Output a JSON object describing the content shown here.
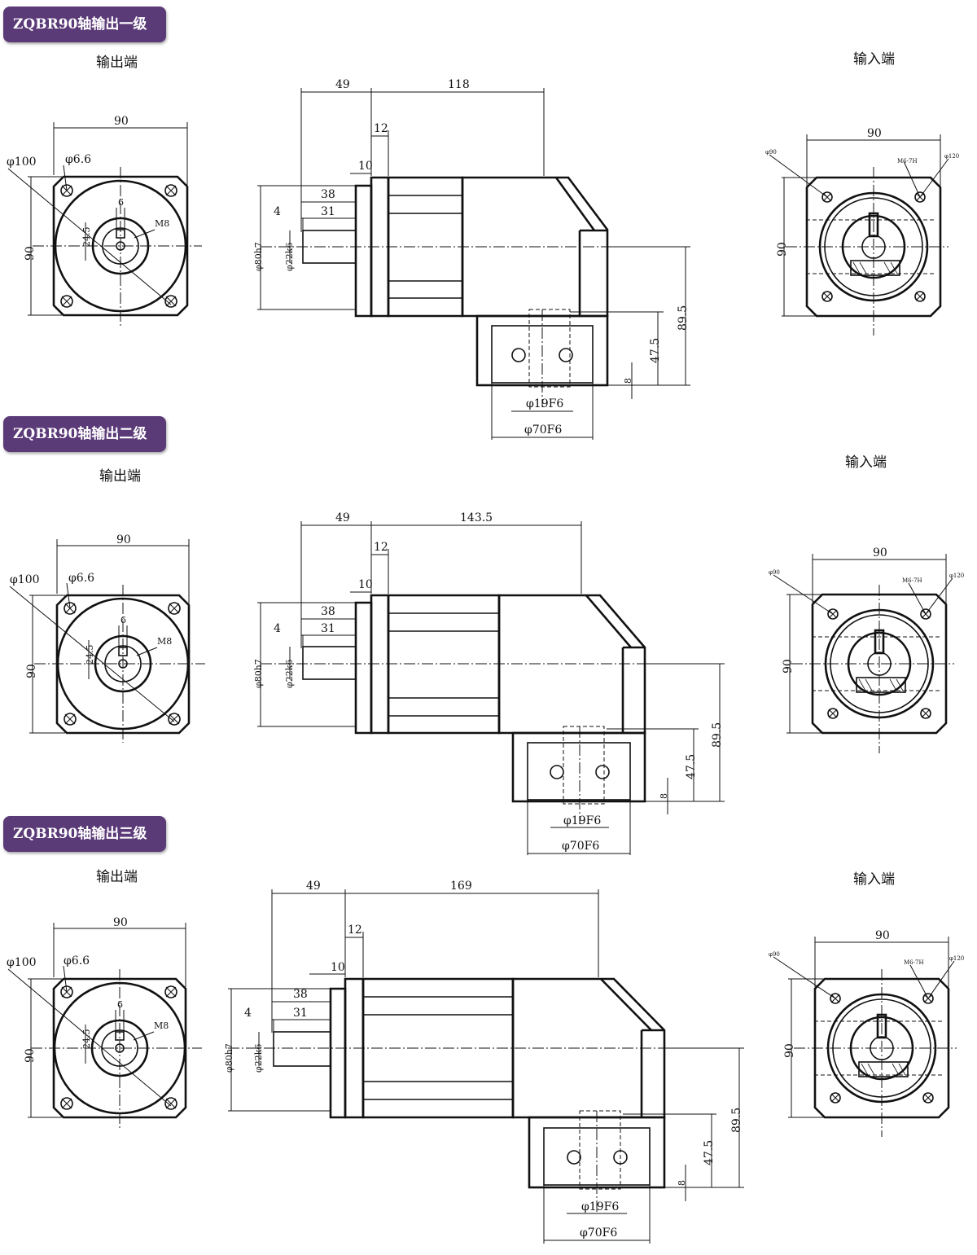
{
  "sections": [
    {
      "title": "ZQBR90轴输出一级",
      "output_label": "输出端",
      "input_label": "输入端",
      "front": {
        "width": "90",
        "height": "90",
        "pcd": "φ100",
        "hole": "φ6.6",
        "key": "6",
        "key_height": "24.5",
        "thread": "M8"
      },
      "side": {
        "flange_len": "49",
        "body_len": "118",
        "step": "12",
        "collar": "10",
        "shaft_len": "38",
        "key_len": "31",
        "key_off": "4",
        "pilot": "φ80h7",
        "shaft": "φ22k6",
        "total_h": "89.5",
        "base_h": "47.5",
        "base_off": "8",
        "bore": "φ19F6",
        "spigot": "φ70F6"
      },
      "input": {
        "width": "90",
        "height": "90",
        "pcd_left": "φ90",
        "screws": "M6-7H",
        "pcd_right": "φ120"
      }
    },
    {
      "title": "ZQBR90轴输出二级",
      "output_label": "输出端",
      "input_label": "输入端",
      "front": {
        "width": "90",
        "height": "90",
        "pcd": "φ100",
        "hole": "φ6.6",
        "key": "6",
        "key_height": "24.5",
        "thread": "M8"
      },
      "side": {
        "flange_len": "49",
        "body_len": "143.5",
        "step": "12",
        "collar": "10",
        "shaft_len": "38",
        "key_len": "31",
        "key_off": "4",
        "pilot": "φ80h7",
        "shaft": "φ22k6",
        "total_h": "89.5",
        "base_h": "47.5",
        "base_off": "8",
        "bore": "φ19F6",
        "spigot": "φ70F6"
      },
      "input": {
        "width": "90",
        "height": "90",
        "pcd_left": "φ90",
        "screws": "M6-7H",
        "pcd_right": "φ120"
      }
    },
    {
      "title": "ZQBR90轴输出三级",
      "output_label": "输出端",
      "input_label": "输入端",
      "front": {
        "width": "90",
        "height": "90",
        "pcd": "φ100",
        "hole": "φ6.6",
        "key": "6",
        "key_height": "24.5",
        "thread": "M8"
      },
      "side": {
        "flange_len": "49",
        "body_len": "169",
        "step": "12",
        "collar": "10",
        "shaft_len": "38",
        "key_len": "31",
        "key_off": "4",
        "pilot": "φ80h7",
        "shaft": "φ22k6",
        "total_h": "89.5",
        "base_h": "47.5",
        "base_off": "8",
        "bore": "φ19F6",
        "spigot": "φ70F6"
      },
      "input": {
        "width": "90",
        "height": "90",
        "pcd_left": "φ90",
        "screws": "M6-7H",
        "pcd_right": "φ120"
      }
    }
  ],
  "colors": {
    "badge": "#5b3a78",
    "badge_text": "#ffffff",
    "line": "#111111"
  }
}
